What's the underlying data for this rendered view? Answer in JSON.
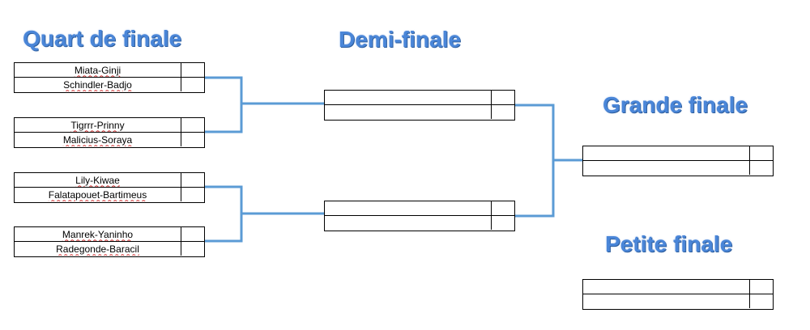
{
  "headings": {
    "quarter": "Quart de finale",
    "semi": "Demi-finale",
    "grand": "Grande finale",
    "small": "Petite finale"
  },
  "quarter_finals": [
    {
      "team1": "Miata-Ginji",
      "team2": "Schindler-Badjo",
      "score1": "",
      "score2": ""
    },
    {
      "team1": "Tigrrr-Prinny",
      "team2": "Malicius-Soraya",
      "score1": "",
      "score2": ""
    },
    {
      "team1": "Lily-Kiwae",
      "team2": "Falatapouet-Bartimeus",
      "score1": "",
      "score2": ""
    },
    {
      "team1": "Manrek-Yaninho",
      "team2": "Radegonde-Baracil",
      "score1": "",
      "score2": ""
    }
  ],
  "semi_finals": [
    {
      "team1": "",
      "team2": "",
      "score1": "",
      "score2": ""
    },
    {
      "team1": "",
      "team2": "",
      "score1": "",
      "score2": ""
    }
  ],
  "grand_final": {
    "team1": "",
    "team2": "",
    "score1": "",
    "score2": ""
  },
  "small_final": {
    "team1": "",
    "team2": "",
    "score1": "",
    "score2": ""
  },
  "colors": {
    "heading": "#4a86d8",
    "connector": "#5b9bd5"
  }
}
